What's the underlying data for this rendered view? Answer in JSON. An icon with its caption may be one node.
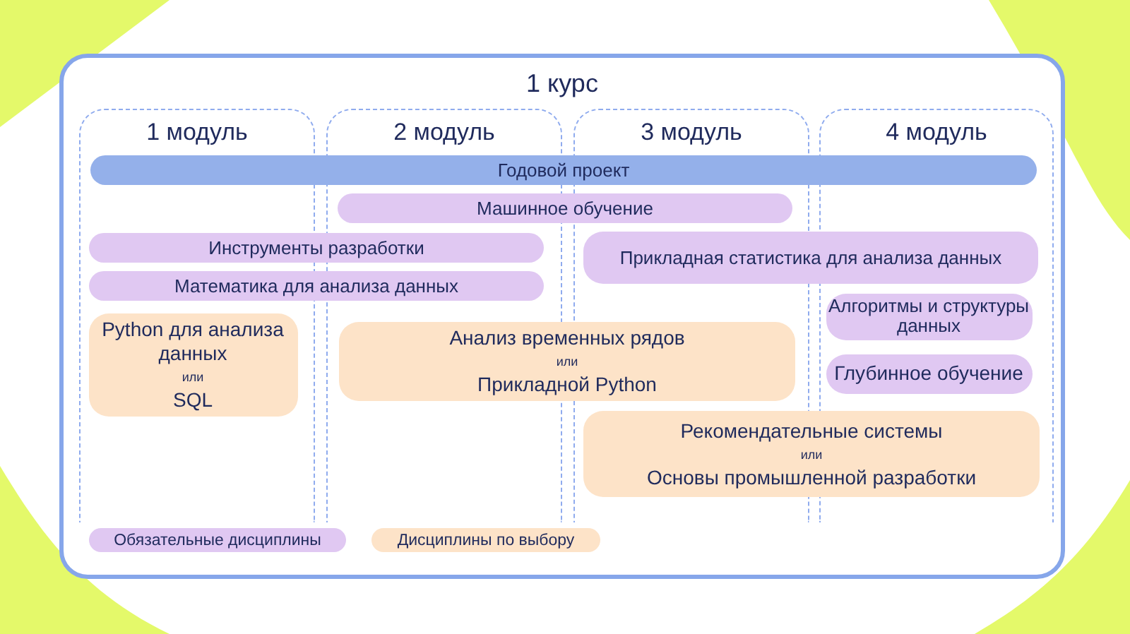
{
  "diagram": {
    "nodes": [
      {
        "text": [
          "1 курс"
        ]
      },
      {
        "text": [
          "1 модуль"
        ],
        "in": 0
      },
      {
        "text": [
          "2 модуль"
        ],
        "in": 0
      },
      {
        "text": [
          "3 модуль"
        ],
        "in": 0
      },
      {
        "text": [
          "4 модуль"
        ],
        "in": 0
      },
      {
        "text": [
          "Годовой проект"
        ],
        "in": 0
      },
      {
        "text": [
          "Машинное обучение"
        ],
        "in": 0
      },
      {
        "text": [
          "Инструменты разработки"
        ],
        "in": 0
      },
      {
        "text": [
          "Прикладная статистика для анализа данных"
        ],
        "in": 0
      },
      {
        "text": [
          "Математика для анализа данных"
        ],
        "in": 0
      },
      {
        "text": [
          "Алгоритмы и структуры данных"
        ],
        "in": 4
      },
      {
        "text": [
          "Python для анализа данных",
          "или",
          "SQL"
        ],
        "in": 1
      },
      {
        "text": [
          "Анализ временных рядов",
          "или",
          "Прикладной Python"
        ],
        "in": 0
      },
      {
        "text": [
          "Глубинное обучение"
        ],
        "in": 4
      },
      {
        "text": [
          "Рекомендательные системы",
          "или",
          "Основы промышленной разработки"
        ],
        "in": 0
      }
    ],
    "edges": [],
    "legend": [
      {
        "text": "Обязательные дисциплины",
        "color": "#e0c8f2"
      },
      {
        "text": "Дисциплины по выбору",
        "color": "#fde3c8"
      }
    ]
  }
}
